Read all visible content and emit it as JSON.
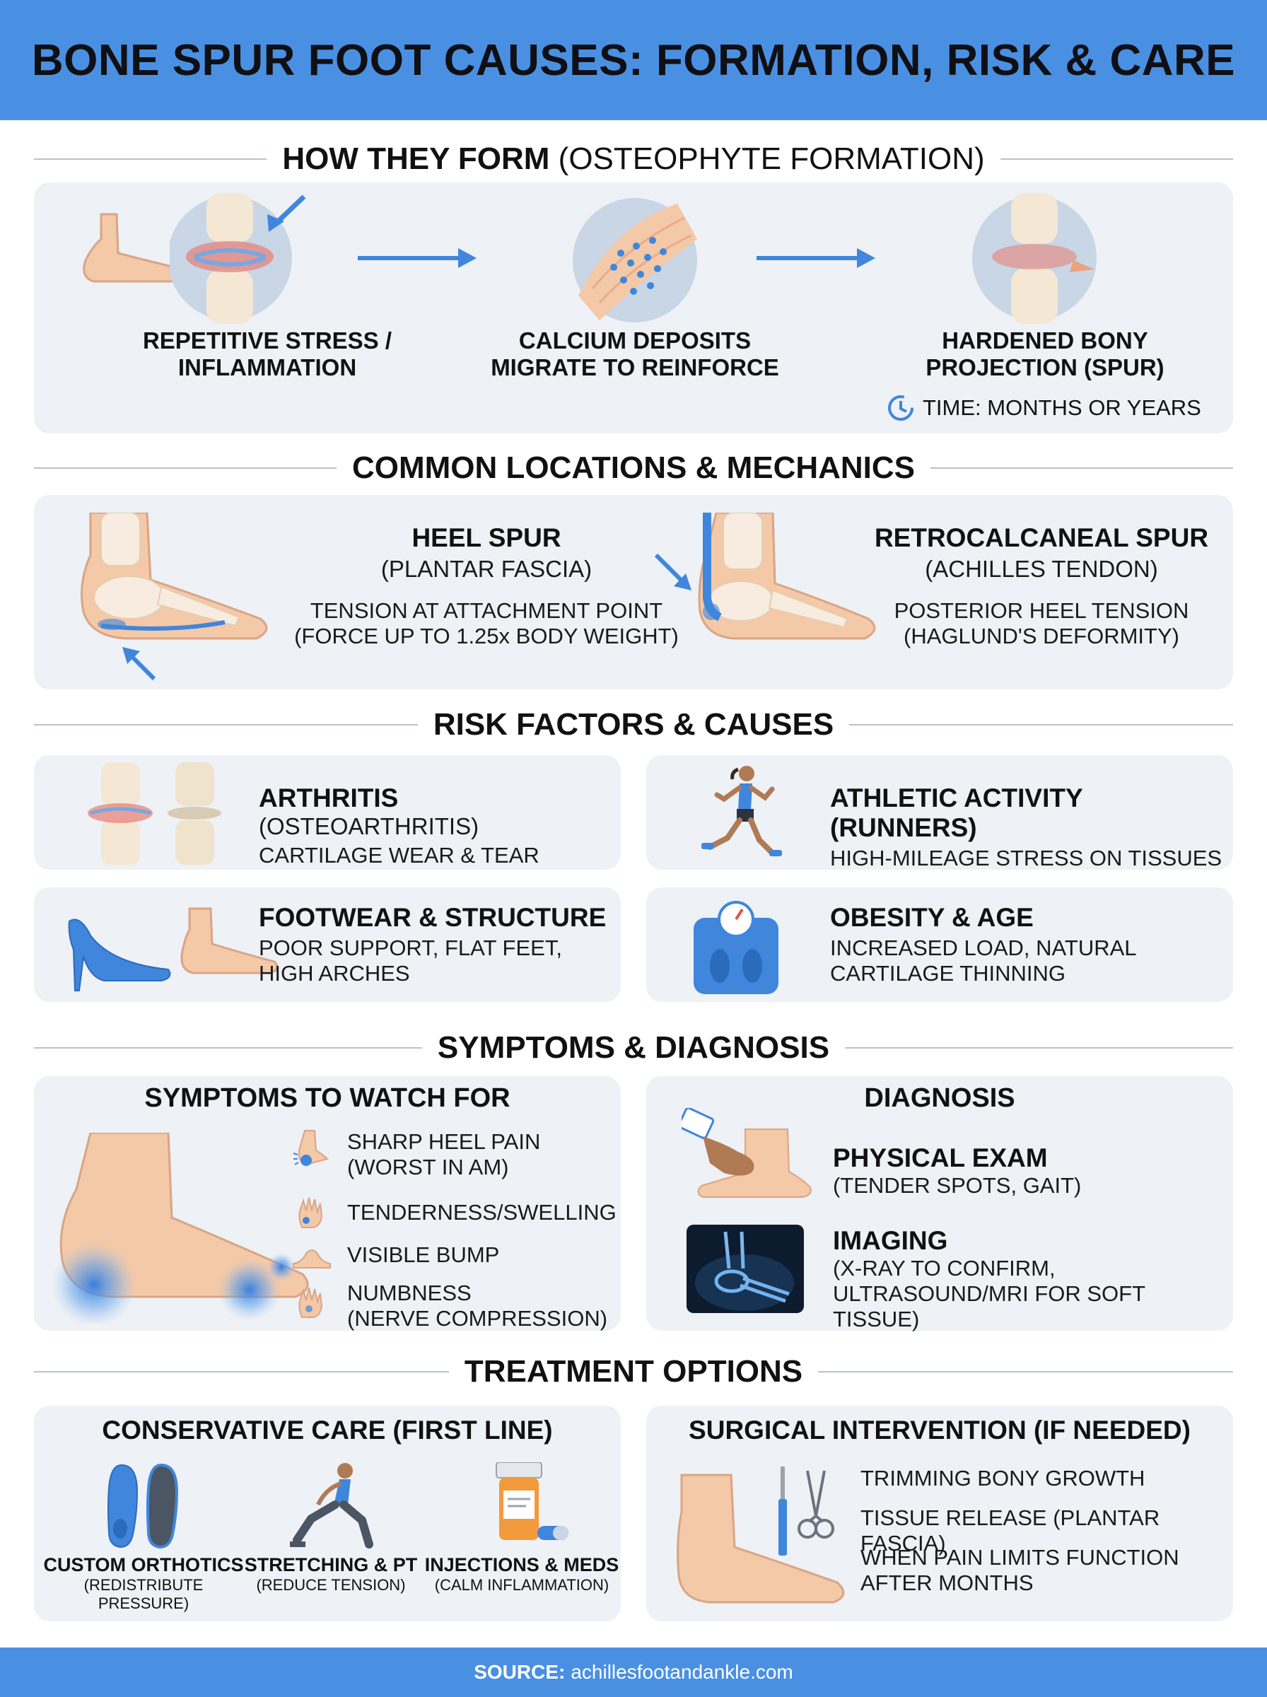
{
  "colors": {
    "accent": "#4a90e2",
    "panel": "#eef1f5",
    "skin": "#f3c9a8",
    "pain": "#3f86dc"
  },
  "header": {
    "title": "BONE SPUR FOOT CAUSES: FORMATION, RISK & CARE"
  },
  "form": {
    "heading_bold": "HOW THEY FORM",
    "heading_thin": "(OSTEOPHYTE FORMATION)",
    "step1": {
      "line1": "REPETITIVE STRESS /",
      "line2": "INFLAMMATION",
      "icon": "inflamed-joint-icon"
    },
    "step2": {
      "line1": "CALCIUM DEPOSITS",
      "line2": "MIGRATE TO REINFORCE",
      "icon": "calcium-deposit-icon"
    },
    "step3": {
      "line1": "HARDENED BONY",
      "line2": "PROJECTION (SPUR)",
      "icon": "bone-spur-joint-icon"
    },
    "time": "TIME: MONTHS OR YEARS"
  },
  "locations": {
    "heading": "COMMON LOCATIONS & MECHANICS",
    "heel": {
      "title": "HEEL SPUR",
      "sub": "(PLANTAR FASCIA)",
      "line1": "TENSION AT ATTACHMENT POINT",
      "line2": "(FORCE UP TO 1.25x BODY WEIGHT)"
    },
    "retro": {
      "title": "RETROCALCANEAL SPUR",
      "sub": "(ACHILLES TENDON)",
      "line1": "POSTERIOR HEEL TENSION",
      "line2": "(HAGLUND'S DEFORMITY)"
    }
  },
  "risk": {
    "heading": "RISK FACTORS & CAUSES",
    "arthritis": {
      "title": "ARTHRITIS",
      "title_thin": "(OSTEOARTHRITIS)",
      "line1": "CARTILAGE WEAR & TEAR"
    },
    "athletic": {
      "title": "ATHLETIC ACTIVITY (RUNNERS)",
      "line1": "HIGH-MILEAGE STRESS ON TISSUES"
    },
    "footwear": {
      "title": "FOOTWEAR & STRUCTURE",
      "line1": "POOR SUPPORT, FLAT FEET,",
      "line2": "HIGH ARCHES"
    },
    "obesity": {
      "title": "OBESITY & AGE",
      "line1": "INCREASED LOAD, NATURAL",
      "line2": "CARTILAGE THINNING"
    }
  },
  "symptoms": {
    "heading": "SYMPTOMS & DIAGNOSIS",
    "watch_title": "SYMPTOMS TO WATCH FOR",
    "items": [
      {
        "line1": "SHARP HEEL PAIN",
        "line2": "(WORST IN AM)"
      },
      {
        "line1": "TENDERNESS/SWELLING",
        "line2": ""
      },
      {
        "line1": "VISIBLE BUMP",
        "line2": ""
      },
      {
        "line1": "NUMBNESS",
        "line2": "(NERVE COMPRESSION)"
      }
    ],
    "diag_title": "DIAGNOSIS",
    "exam": {
      "title": "PHYSICAL EXAM",
      "line1": "(TENDER SPOTS, GAIT)"
    },
    "imaging": {
      "title": "IMAGING",
      "line1": "(X-RAY TO CONFIRM,",
      "line2": "ULTRASOUND/MRI FOR SOFT TISSUE)"
    }
  },
  "treatment": {
    "heading": "TREATMENT OPTIONS",
    "conservative_title": "CONSERVATIVE CARE (FIRST LINE)",
    "orthotics": {
      "title": "CUSTOM ORTHOTICS",
      "sub": "(REDISTRIBUTE PRESSURE)"
    },
    "stretching": {
      "title": "STRETCHING & PT",
      "sub": "(REDUCE TENSION)"
    },
    "injections": {
      "title": "INJECTIONS & MEDS",
      "sub": "(CALM INFLAMMATION)"
    },
    "surgical_title": "SURGICAL INTERVENTION (IF NEEDED)",
    "surgical_items": [
      "TRIMMING BONY GROWTH",
      "TISSUE RELEASE (PLANTAR FASCIA)",
      "WHEN PAIN LIMITS FUNCTION",
      "AFTER MONTHS"
    ]
  },
  "footer": {
    "label": "SOURCE:",
    "url": "achillesfootandankle.com"
  }
}
